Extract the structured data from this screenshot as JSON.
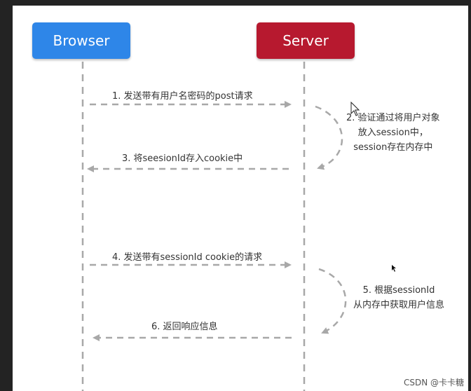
{
  "participants": {
    "browser": "Browser",
    "server": "Server"
  },
  "messages": [
    {
      "text": "1. 发送带有用户名密码的post请求",
      "direction": "right"
    },
    {
      "text": "3. 将seesionId存入cookie中",
      "direction": "left"
    },
    {
      "text": "4. 发送带有sessionId cookie的请求",
      "direction": "right"
    },
    {
      "text": "6. 返回响应信息",
      "direction": "left"
    }
  ],
  "notes": {
    "step2": [
      "2. 验证通过将用户对象",
      "放入session中，",
      "session存在内存中"
    ],
    "step5": [
      "5. 根据sessionId",
      "从内存中获取用户信息"
    ]
  },
  "watermark": "CSDN @卡卡糖",
  "colors": {
    "browser": "#2e86e8",
    "server": "#b7192f",
    "line": "#a8a8a8"
  }
}
